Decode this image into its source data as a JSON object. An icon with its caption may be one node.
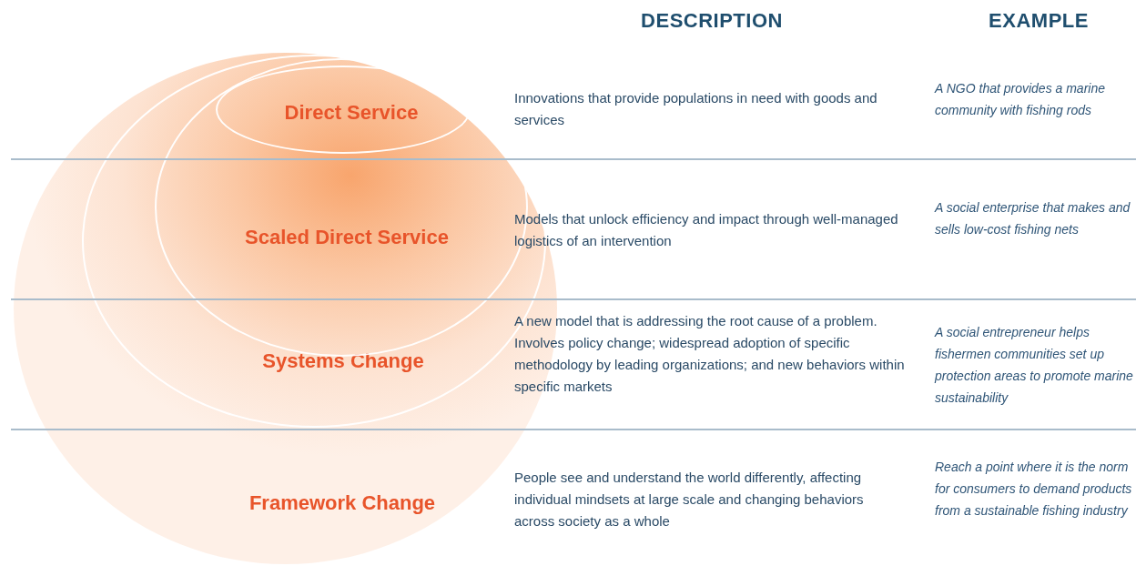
{
  "diagram": {
    "nodes": [
      {
        "text": [
          "Framework Change"
        ]
      },
      {
        "text": [
          "Systems Change"
        ],
        "in": 0
      },
      {
        "text": [
          "Scaled Direct Service"
        ],
        "in": 1
      },
      {
        "text": [
          "Direct Service"
        ],
        "in": 2
      }
    ],
    "labels": [
      "DESCRIPTION",
      "EXAMPLE",
      "Innovations that provide populations in need with goods and services",
      "A NGO that provides a marine community with fishing rods",
      "Models that unlock efficiency and impact through well-managed logistics of an intervention",
      "A social enterprise that makes and sells low-cost fishing nets",
      "A new model that is addressing the root cause of a problem. Involves policy change; widespread adoption of specific methodology by leading organizations; and new behaviors within specific markets",
      "A social entrepreneur helps fishermen communities set up protection areas to promote marine sustainability",
      "People see and understand the world differently, affecting individual mindsets at large scale and changing behaviors across society as a whole",
      "Reach a point where it is the norm for consumers to demand products from a sustainable fishing industry"
    ]
  }
}
